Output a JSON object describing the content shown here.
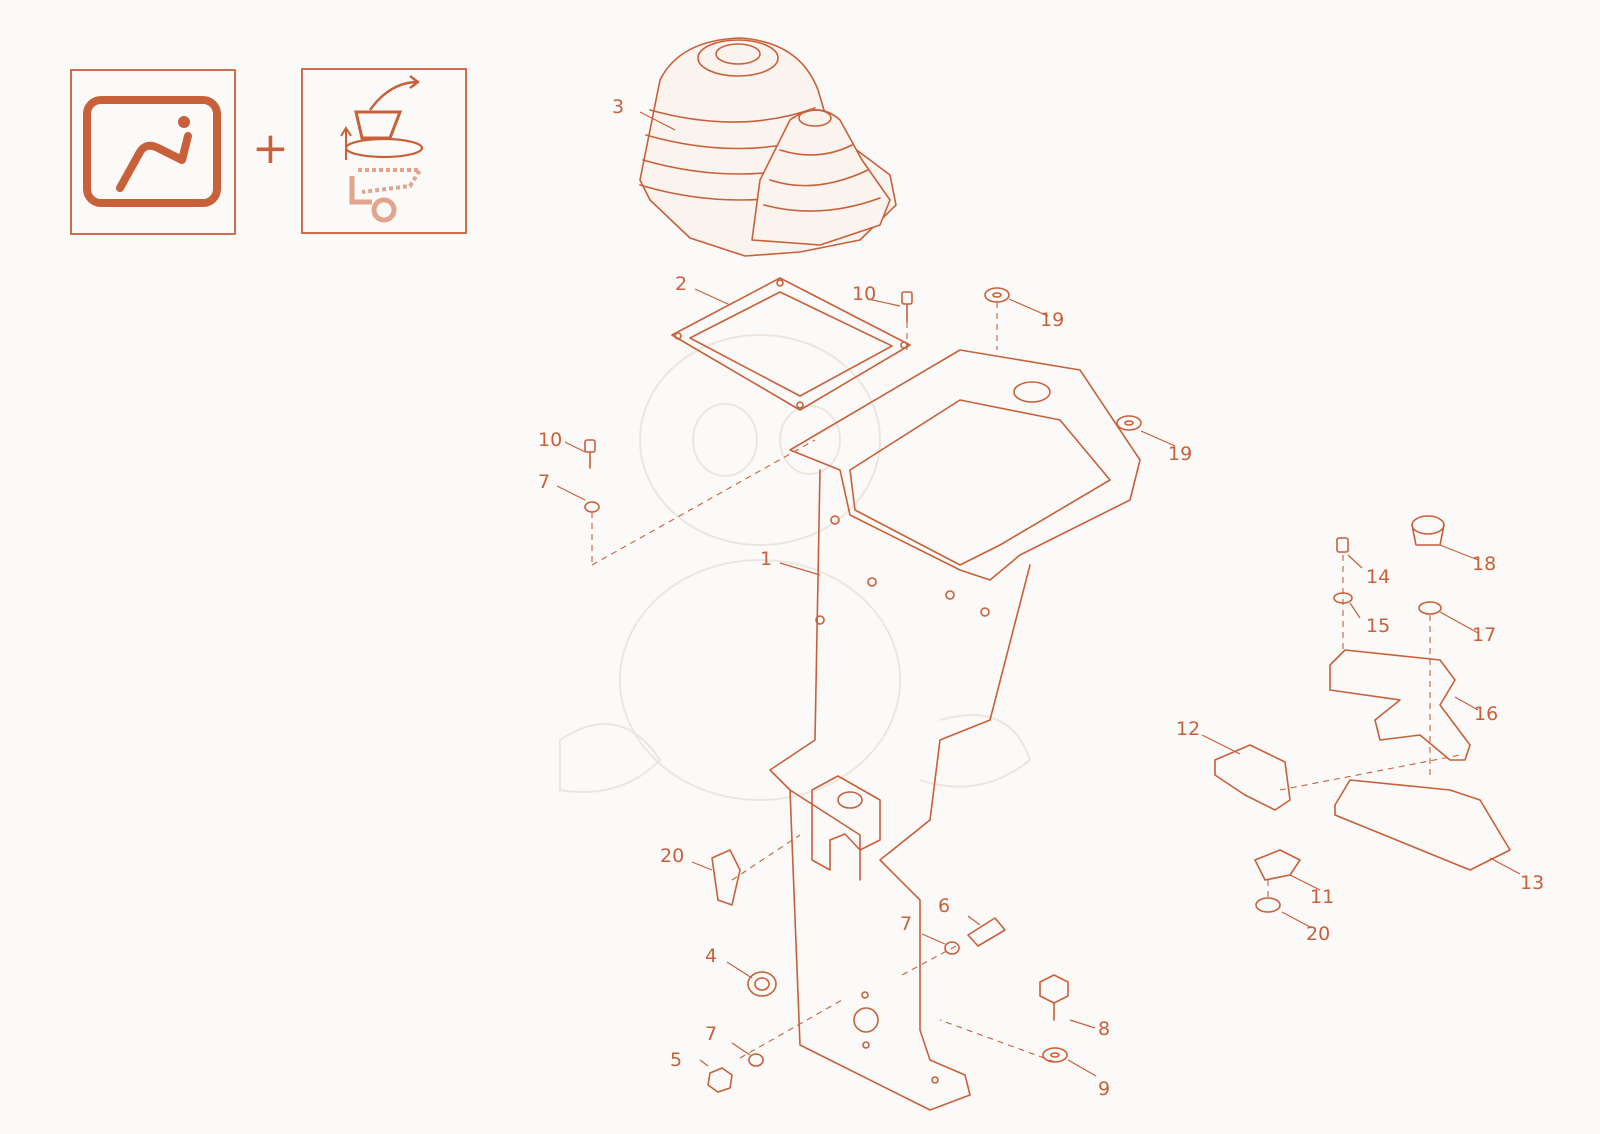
{
  "header": {
    "icons": [
      {
        "name": "operator-seat-icon"
      },
      {
        "name": "bucket-control-icon"
      }
    ],
    "plus_symbol": "+"
  },
  "colors": {
    "accent": "#c8603a",
    "background": "#fbfaf8"
  },
  "callouts": [
    {
      "id": "c1",
      "label": "1",
      "part": "console-frame"
    },
    {
      "id": "c2",
      "label": "2",
      "part": "gasket-plate"
    },
    {
      "id": "c3",
      "label": "3",
      "part": "rubber-boot"
    },
    {
      "id": "c4",
      "label": "4",
      "part": "clamp"
    },
    {
      "id": "c5",
      "label": "5",
      "part": "nut"
    },
    {
      "id": "c6",
      "label": "6",
      "part": "bolt"
    },
    {
      "id": "c7a",
      "label": "7",
      "part": "washer"
    },
    {
      "id": "c7b",
      "label": "7",
      "part": "washer"
    },
    {
      "id": "c7c",
      "label": "7",
      "part": "washer"
    },
    {
      "id": "c8",
      "label": "8",
      "part": "hex-bolt"
    },
    {
      "id": "c9",
      "label": "9",
      "part": "flat-washer"
    },
    {
      "id": "c10a",
      "label": "10",
      "part": "screw"
    },
    {
      "id": "c10b",
      "label": "10",
      "part": "screw"
    },
    {
      "id": "c11",
      "label": "11",
      "part": "clip"
    },
    {
      "id": "c12",
      "label": "12",
      "part": "bracket"
    },
    {
      "id": "c13",
      "label": "13",
      "part": "base-plate"
    },
    {
      "id": "c14",
      "label": "14",
      "part": "screw"
    },
    {
      "id": "c15",
      "label": "15",
      "part": "washer"
    },
    {
      "id": "c16",
      "label": "16",
      "part": "mounting-plate"
    },
    {
      "id": "c17",
      "label": "17",
      "part": "washer"
    },
    {
      "id": "c18",
      "label": "18",
      "part": "knob"
    },
    {
      "id": "c19a",
      "label": "19",
      "part": "washer"
    },
    {
      "id": "c19b",
      "label": "19",
      "part": "washer"
    },
    {
      "id": "c20a",
      "label": "20",
      "part": "connector"
    },
    {
      "id": "c20b",
      "label": "20",
      "part": "washer"
    }
  ]
}
